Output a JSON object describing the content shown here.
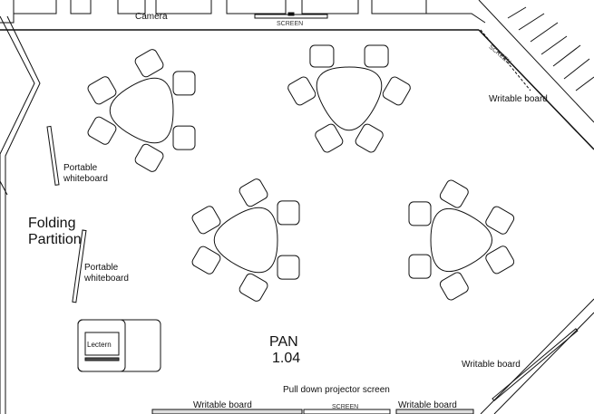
{
  "labels": {
    "camera": "Camera",
    "screen_top": "SCREEN",
    "screen_right": "SCREEN",
    "screen_bottom": "SCREEN",
    "writable_board_right": "Writable board",
    "writable_board_lower_right": "Writable board",
    "writable_board_bottom_left": "Writable board",
    "writable_board_bottom_right": "Writable board",
    "portable_whiteboard_1": "Portable whiteboard",
    "portable_whiteboard_2": "Portable whiteboard",
    "folding_partition": "Folding Partition",
    "lectern": "Lectern",
    "room_name": "PAN",
    "room_number": "1.04",
    "projector": "Pull down projector screen"
  },
  "tables": [
    {
      "id": "table-1",
      "chairs": 6
    },
    {
      "id": "table-2",
      "chairs": 6
    },
    {
      "id": "table-3",
      "chairs": 6
    },
    {
      "id": "table-4",
      "chairs": 6
    }
  ]
}
